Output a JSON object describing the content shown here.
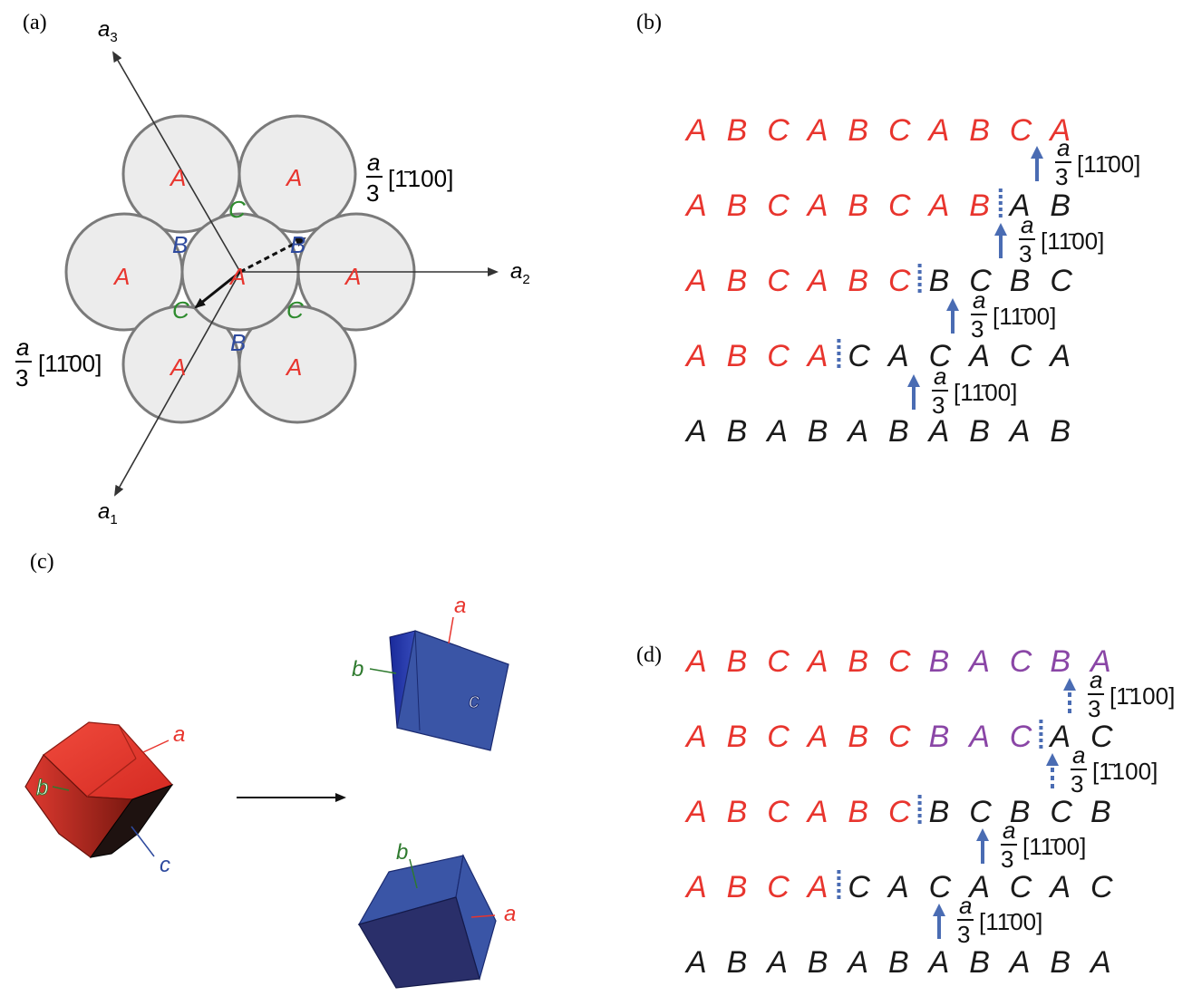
{
  "colors": {
    "red": "#e8352e",
    "black": "#1a1a1a",
    "blue": "#2e4a9e",
    "green": "#2e8b2e",
    "purple": "#8a46a6",
    "arrow": "#4a6cb3",
    "atom_fill": "#ececec",
    "atom_stroke": "#7a7a7a"
  },
  "panel_a": {
    "label": "(a)",
    "axes": {
      "a1": "a",
      "a1_sub": "1",
      "a2": "a",
      "a2_sub": "2",
      "a3": "a",
      "a3_sub": "3"
    },
    "atoms": [
      "A",
      "A",
      "A",
      "A",
      "A",
      "A",
      "A"
    ],
    "sites": [
      {
        "letter": "C",
        "color": "green"
      },
      {
        "letter": "B",
        "color": "blue"
      },
      {
        "letter": "B",
        "color": "blue"
      },
      {
        "letter": "C",
        "color": "green"
      },
      {
        "letter": "C",
        "color": "green"
      },
      {
        "letter": "B",
        "color": "blue"
      }
    ],
    "vec_top": {
      "num": "a",
      "den": "3",
      "miller": "[1̄100]"
    },
    "vec_left": {
      "num": "a",
      "den": "3",
      "miller": "[11̄00]"
    }
  },
  "panel_b": {
    "label": "(b)",
    "rows": [
      {
        "red": [
          "A",
          "B",
          "C",
          "A",
          "B",
          "C",
          "A",
          "B",
          "C",
          "A"
        ],
        "black": []
      },
      {
        "red": [
          "A",
          "B",
          "C",
          "A",
          "B",
          "C",
          "A",
          "B"
        ],
        "black": [
          "A",
          "B"
        ]
      },
      {
        "red": [
          "A",
          "B",
          "C",
          "A",
          "B",
          "C"
        ],
        "black": [
          "B",
          "C",
          "B",
          "C"
        ]
      },
      {
        "red": [
          "A",
          "B",
          "C",
          "A"
        ],
        "black": [
          "C",
          "A",
          "C",
          "A",
          "C",
          "A"
        ]
      },
      {
        "red": [],
        "black": [
          "A",
          "B",
          "A",
          "B",
          "A",
          "B",
          "A",
          "B",
          "A",
          "B"
        ]
      }
    ],
    "shifts": [
      {
        "num": "a",
        "den": "3",
        "miller": "[11̄00]"
      },
      {
        "num": "a",
        "den": "3",
        "miller": "[11̄00]"
      },
      {
        "num": "a",
        "den": "3",
        "miller": "[11̄00]"
      },
      {
        "num": "a",
        "den": "3",
        "miller": "[11̄00]"
      }
    ]
  },
  "panel_c": {
    "label": "(c)",
    "hex_labels": {
      "a": "a",
      "b": "b",
      "c": "c"
    },
    "top_labels": {
      "a": "a",
      "b": "b",
      "c": "c"
    },
    "bottom_labels": {
      "a": "a",
      "b": "b"
    }
  },
  "panel_d": {
    "label": "(d)",
    "rows": [
      {
        "red": [
          "A",
          "B",
          "C",
          "A",
          "B",
          "C"
        ],
        "purple": [
          "B",
          "A",
          "C",
          "B",
          "A"
        ],
        "black": []
      },
      {
        "red": [
          "A",
          "B",
          "C",
          "A",
          "B",
          "C"
        ],
        "purple": [
          "B",
          "A",
          "C"
        ],
        "black": [
          "A",
          "C"
        ]
      },
      {
        "red": [
          "A",
          "B",
          "C",
          "A",
          "B",
          "C"
        ],
        "purple": [],
        "black": [
          "B",
          "C",
          "B",
          "C",
          "B"
        ]
      },
      {
        "red": [
          "A",
          "B",
          "C",
          "A"
        ],
        "purple": [],
        "black": [
          "C",
          "A",
          "C",
          "A",
          "C",
          "A",
          "C"
        ]
      },
      {
        "red": [],
        "purple": [],
        "black": [
          "A",
          "B",
          "A",
          "B",
          "A",
          "B",
          "A",
          "B",
          "A",
          "B",
          "A"
        ]
      }
    ],
    "shifts": [
      {
        "num": "a",
        "den": "3",
        "miller": "[1̄100]"
      },
      {
        "num": "a",
        "den": "3",
        "miller": "[1̄100]"
      },
      {
        "num": "a",
        "den": "3",
        "miller": "[11̄00]"
      },
      {
        "num": "a",
        "den": "3",
        "miller": "[11̄00]"
      }
    ]
  }
}
